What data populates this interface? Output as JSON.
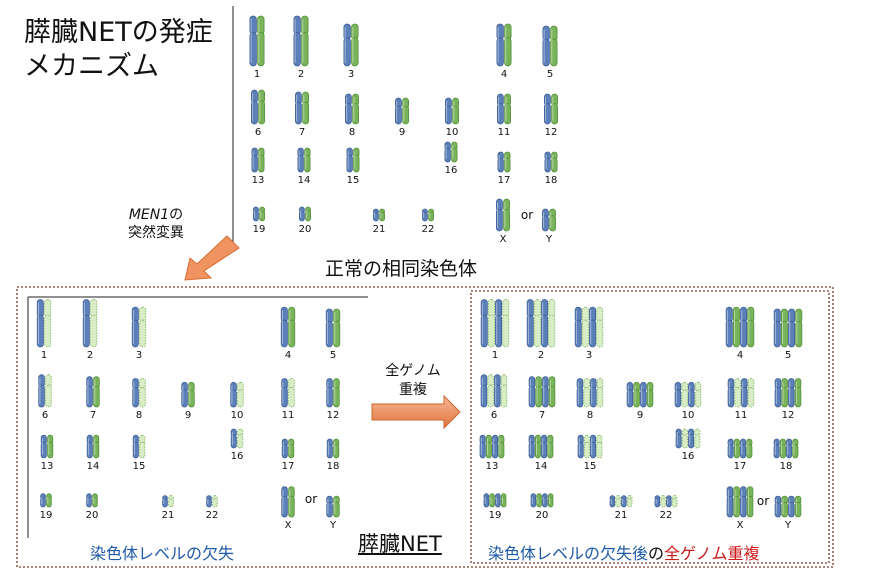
{
  "title": {
    "line1": "膵臓NETの発症",
    "line2": "メカニズム"
  },
  "mutation": {
    "gene": "MEN1",
    "suffix": "の",
    "line2": "突然変異"
  },
  "normal_caption": "正常の相同染色体",
  "arrow_label": {
    "line1": "全ゲノム",
    "line2": "重複"
  },
  "pnet_label": "膵臓NET",
  "left_caption": "染色体レベルの欠失",
  "right_caption": {
    "part1": "染色体レベルの欠失後",
    "part2": "の",
    "part3": "全ゲノム重複"
  },
  "chromosome_labels": [
    "1",
    "2",
    "3",
    "4",
    "5",
    "6",
    "7",
    "8",
    "9",
    "10",
    "11",
    "12",
    "13",
    "14",
    "15",
    "16",
    "17",
    "18",
    "19",
    "20",
    "21",
    "22",
    "X",
    "Y"
  ],
  "or_label": "or",
  "colors": {
    "maternal": "#5b7fb8",
    "paternal": "#79b35a",
    "lost": "#d8ecc6",
    "arrow": "#ef9360",
    "caption_blue": "#1f5aa8",
    "caption_red": "#cc1a1a",
    "frame": "#7a3a2a"
  },
  "karyotypes": {
    "normal": {
      "1": "BG",
      "2": "BG",
      "3": "BG",
      "4": "BG",
      "5": "BG",
      "6": "BG",
      "7": "BG",
      "8": "BG",
      "9": "BG",
      "10": "BG",
      "11": "BG",
      "12": "BG",
      "13": "BG",
      "14": "BG",
      "15": "BG",
      "16": "BG",
      "17": "BG",
      "18": "BG",
      "19": "BG",
      "20": "BG",
      "21": "BG",
      "22": "BG",
      "X": "BG",
      "Y": "BG"
    },
    "deletion": {
      "1": "BL",
      "2": "BL",
      "3": "BL",
      "4": "BG",
      "5": "BG",
      "6": "BL",
      "7": "BG",
      "8": "BL",
      "9": "BG",
      "10": "BL",
      "11": "BL",
      "12": "BG",
      "13": "BG",
      "14": "BG",
      "15": "BL",
      "16": "BL",
      "17": "BG",
      "18": "BG",
      "19": "BG",
      "20": "BG",
      "21": "BL",
      "22": "BL",
      "X": "BG",
      "Y": "BG"
    },
    "wgd": {
      "1": "BLBL",
      "2": "BLBL",
      "3": "BLBL",
      "4": "BGBG",
      "5": "BGBG",
      "6": "BLBL",
      "7": "BGBG",
      "8": "BLBL",
      "9": "BGBG",
      "10": "BLBL",
      "11": "BLBL",
      "12": "BGBG",
      "13": "BGBG",
      "14": "BGBG",
      "15": "BLBL",
      "16": "BLBL",
      "17": "BGBG",
      "18": "BGBG",
      "19": "BGBG",
      "20": "BGBG",
      "21": "BLBL",
      "22": "BLBL",
      "X": "BGBG",
      "Y": "BGBG"
    }
  }
}
